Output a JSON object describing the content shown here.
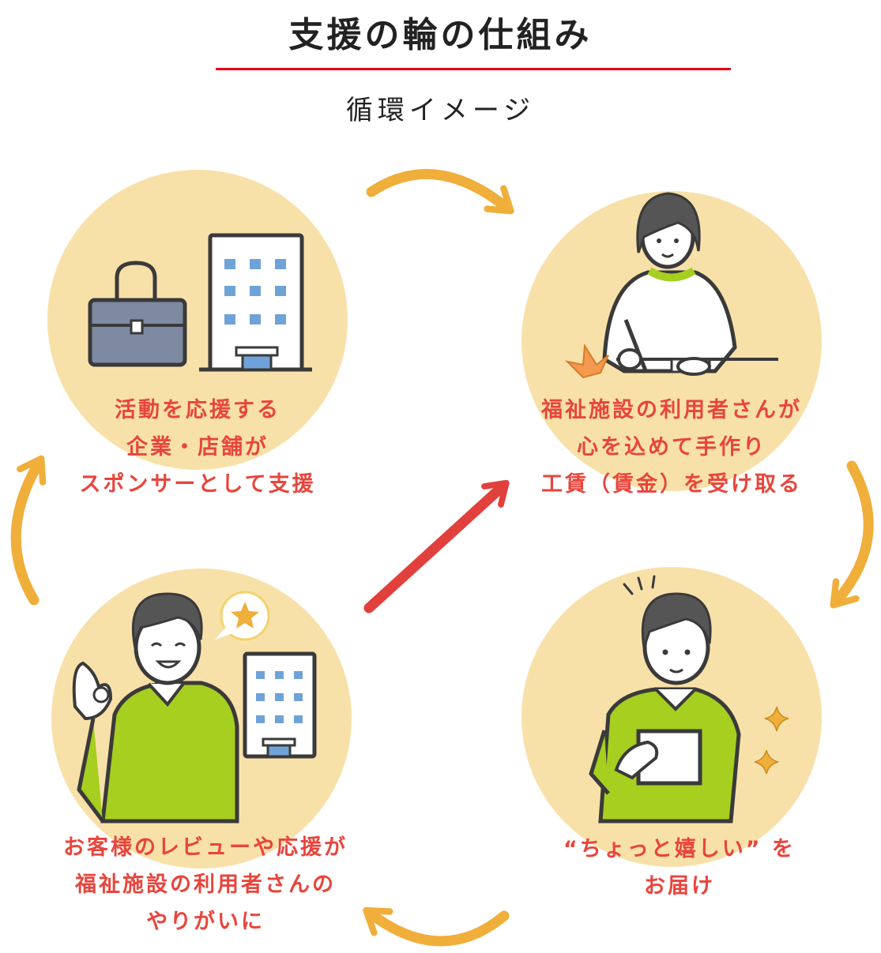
{
  "header": {
    "title": "支援の輪の仕組み",
    "subtitle": "循環イメージ"
  },
  "colors": {
    "circle_fill": "#f8e1a9",
    "arrow_orange": "#f0ae3a",
    "arrow_red": "#e2403c",
    "caption_text": "#e8453c",
    "title_rule": "#e60012",
    "sweater_green": "#a6cf1f"
  },
  "steps": [
    {
      "id": "sponsor",
      "icons": [
        "briefcase-icon",
        "office-building-icon"
      ],
      "lines": [
        "活動を応援する",
        "企業・店舗が",
        "スポンサーとして支援"
      ]
    },
    {
      "id": "worker",
      "icons": [
        "woman-writing-icon",
        "paper-crane-icon"
      ],
      "lines": [
        "福祉施設の利用者さんが",
        "心を込めて手作り",
        "工賃（賃金）を受け取る"
      ]
    },
    {
      "id": "customer",
      "icons": [
        "man-holding-card-icon",
        "sparkle-icon"
      ],
      "lines": [
        "“ちょっと嬉しい” を",
        "お届け"
      ]
    },
    {
      "id": "review",
      "icons": [
        "man-ok-sign-icon",
        "star-speech-bubble-icon",
        "office-building-icon"
      ],
      "lines": [
        "お客様のレビューや応援が",
        "福祉施設の利用者さんの",
        "やりがいに"
      ]
    }
  ]
}
